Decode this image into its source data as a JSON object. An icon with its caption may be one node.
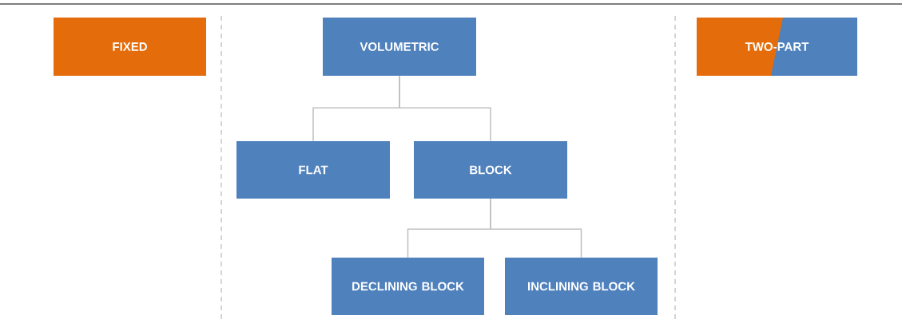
{
  "diagram": {
    "nodes": [
      {
        "text": [
          "FIXED"
        ]
      },
      {
        "text": [
          "VOLUMETRIC"
        ]
      },
      {
        "text": [
          "FLAT"
        ]
      },
      {
        "text": [
          "BLOCK"
        ]
      },
      {
        "text": [
          "DECLINING BLOCK"
        ]
      },
      {
        "text": [
          "INCLINING BLOCK"
        ]
      },
      {
        "text": [
          "TWO-PART"
        ]
      }
    ],
    "edges": [
      {
        "from": 1,
        "to": 2,
        "arrow": "none"
      },
      {
        "from": 1,
        "to": 3,
        "arrow": "none"
      },
      {
        "from": 3,
        "to": 4,
        "arrow": "none"
      },
      {
        "from": 3,
        "to": 5,
        "arrow": "none"
      }
    ]
  }
}
